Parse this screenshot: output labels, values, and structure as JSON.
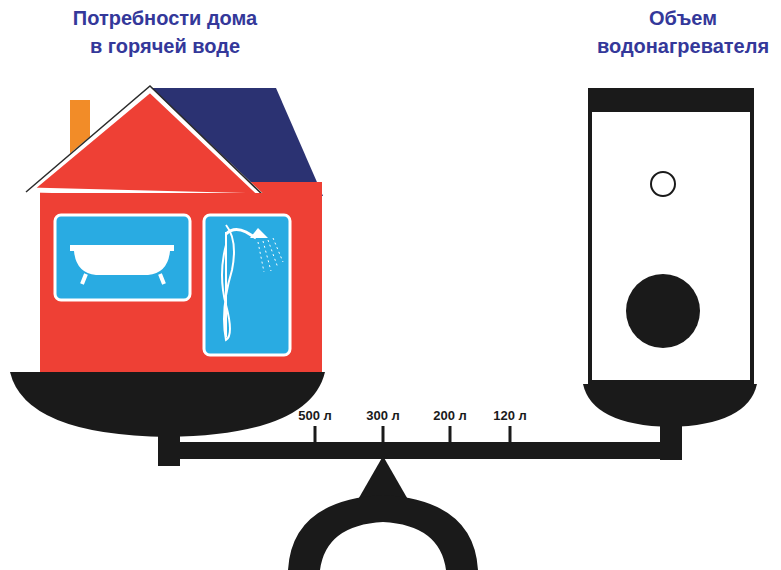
{
  "diagram": {
    "nodes": [
      {
        "text": [
          "Потребности дома в горячей воде"
        ]
      },
      {
        "text": [
          "Объем водонагревателя"
        ]
      }
    ],
    "labels": [
      "500 л",
      "300 л",
      "200 л",
      "120 л"
    ]
  }
}
